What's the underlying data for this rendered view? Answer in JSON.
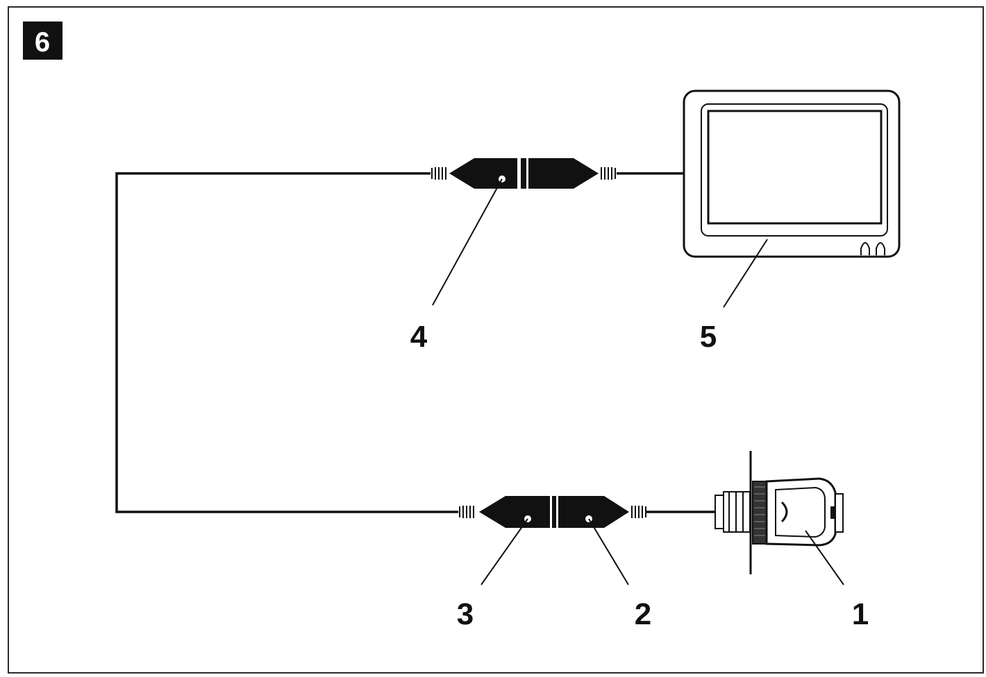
{
  "figure": {
    "number": "6"
  },
  "callouts": {
    "c1": "1",
    "c2": "2",
    "c3": "3",
    "c4": "4",
    "c5": "5"
  },
  "colors": {
    "ink": "#111111",
    "frame": "#2a2a2a",
    "badge_bg": "#111111",
    "badge_text": "#ffffff",
    "background": "#ffffff",
    "screen_fill": "#ffffff"
  },
  "icons": {
    "camera": "rear-camera-icon",
    "monitor": "monitor-icon",
    "connector": "cable-connector-icon"
  }
}
